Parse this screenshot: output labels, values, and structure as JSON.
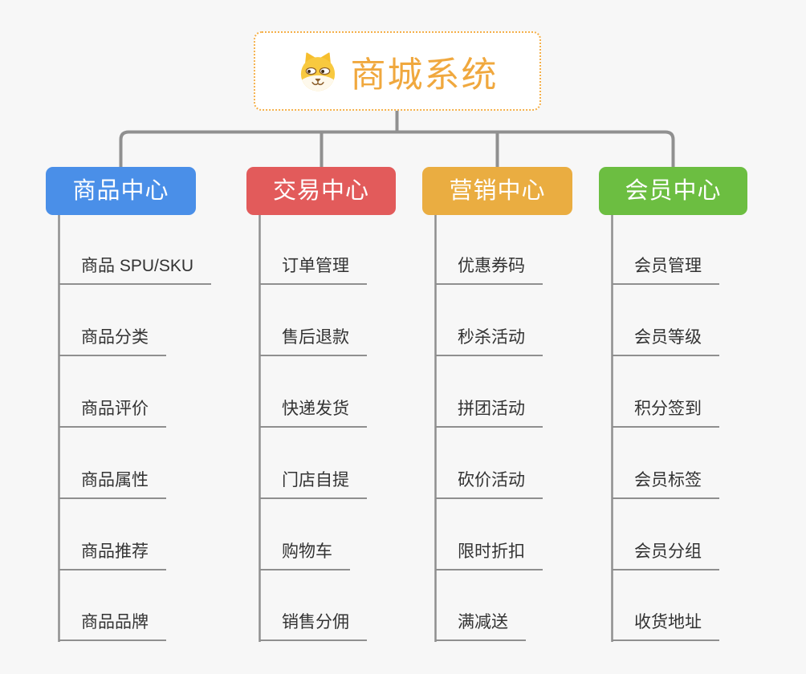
{
  "app": {
    "type": "mindmap",
    "background_color": "#F7F7F7",
    "connector_color": "#909090",
    "leaf_line_color": "#8F8F8F",
    "leaf_text_color": "#333333"
  },
  "root": {
    "title": "商城系统",
    "icon": "shiba-dog-face",
    "text_color": "#F0A83E",
    "border_color": "#F5B04A"
  },
  "branches": [
    {
      "label": "商品中心",
      "color": "#4A8FE8",
      "items": [
        "商品 SPU/SKU",
        "商品分类",
        "商品评价",
        "商品属性",
        "商品推荐",
        "商品品牌"
      ]
    },
    {
      "label": "交易中心",
      "color": "#E25B5B",
      "items": [
        "订单管理",
        "售后退款",
        "快递发货",
        "门店自提",
        "购物车",
        "销售分佣"
      ]
    },
    {
      "label": "营销中心",
      "color": "#EAAD41",
      "items": [
        "优惠券码",
        "秒杀活动",
        "拼团活动",
        "砍价活动",
        "限时折扣",
        "满减送"
      ]
    },
    {
      "label": "会员中心",
      "color": "#6CBE41",
      "items": [
        "会员管理",
        "会员等级",
        "积分签到",
        "会员标签",
        "会员分组",
        "收货地址"
      ]
    }
  ]
}
